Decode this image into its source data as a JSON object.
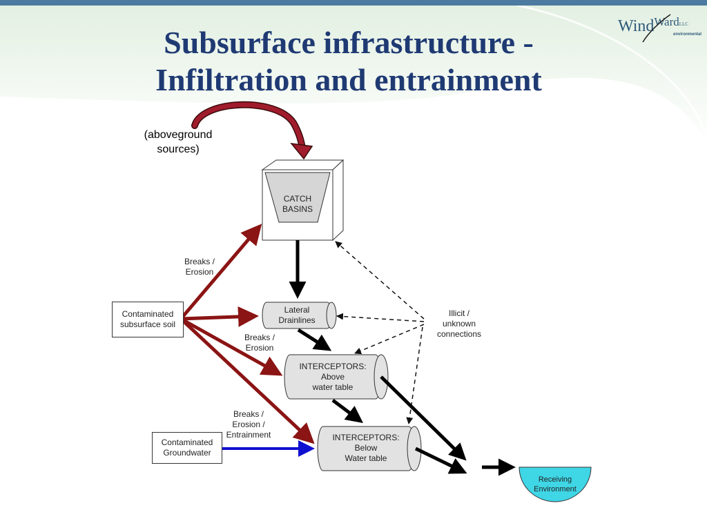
{
  "slide": {
    "title_line1": "Subsurface infrastructure -",
    "title_line2": "Infiltration and entrainment",
    "logo": {
      "word1": "Wind",
      "word2": "Ward",
      "suffix": "LLC",
      "sub": "environmental"
    }
  },
  "diagram": {
    "aboveground_sources": "(aboveground\nsources)",
    "catch_basins": "CATCH\nBASINS",
    "lateral_drainlines": "Lateral\nDrainlines",
    "interceptors_above": "INTERCEPTORS:\nAbove\nwater table",
    "interceptors_below": "INTERCEPTORS:\nBelow\nWater table",
    "contaminated_soil": "Contaminated\nsubsurface soil",
    "contaminated_groundwater": "Contaminated\nGroundwater",
    "breaks_erosion_1": "Breaks /\nErosion",
    "breaks_erosion_2": "Breaks /\nErosion",
    "breaks_erosion_entrainment": "Breaks /\nErosion /\nEntrainment",
    "illicit_connections": "Illicit /\nunknown\nconnections",
    "receiving_environment": "Receiving\nEnvironment"
  },
  "colors": {
    "title": "#1f3a73",
    "erosion_arrow": "#8b1414",
    "groundwater_arrow": "#1010d0",
    "flow_arrow": "#000000",
    "receiving": "#3fd6e6",
    "pipe_fill": "#e2e2e2"
  }
}
